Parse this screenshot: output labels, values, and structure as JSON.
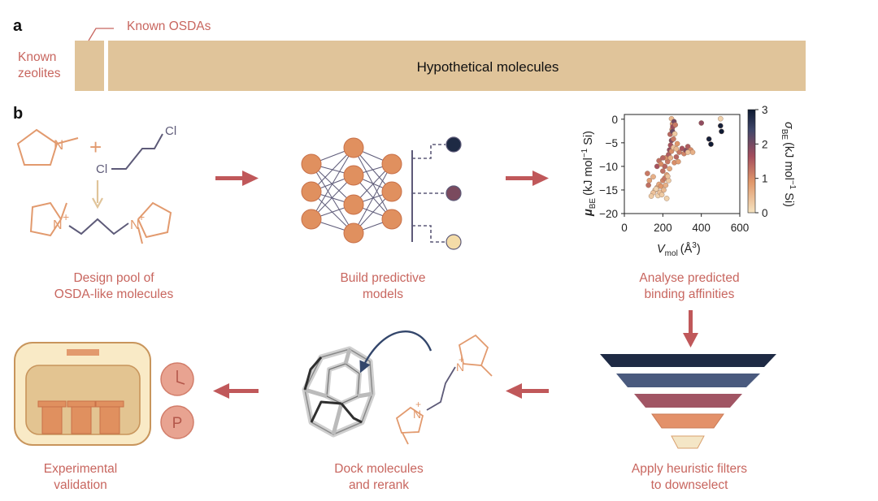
{
  "panel_a": {
    "letter": "a",
    "known_zeolites_line1": "Known",
    "known_zeolites_line2": "zeolites",
    "known_osdas": "Known OSDAs",
    "hypothetical": "Hypothetical molecules",
    "bar_color": "#e0c49a"
  },
  "panel_b": {
    "letter": "b",
    "steps": {
      "design": {
        "line1": "Design pool of",
        "line2": "OSDA-like molecules"
      },
      "build": {
        "line1": "Build predictive",
        "line2": "models"
      },
      "analyse": {
        "line1": "Analyse predicted",
        "line2": "binding affinities"
      },
      "filter": {
        "line1": "Apply heuristic filters",
        "line2": "to downselect"
      },
      "dock": {
        "line1": "Dock molecules",
        "line2": "and rerank"
      },
      "validate": {
        "line1": "Experimental",
        "line2": "validation"
      }
    },
    "molecule_labels": {
      "cl_top": "Cl",
      "cl_bottom": "Cl",
      "n": "N",
      "plus": "+"
    },
    "lab_icons": {
      "clock_symbol": "clock",
      "p_label": "P"
    },
    "colors": {
      "arrow": "#c0585a",
      "label": "#c8665f",
      "molecule": "#e29a6e",
      "chain": "#5d5a78",
      "node": "#e0905f",
      "funnel": [
        "#1e2a44",
        "#4a5a7e",
        "#a15564",
        "#e3916a",
        "#f4e6c6"
      ]
    }
  },
  "chart_data": {
    "type": "scatter",
    "xlabel": "V",
    "xlabel_sub": "mol",
    "xlabel_unit": "(Å",
    "xlabel_sup": "3",
    "xlabel_close": ")",
    "ylabel": "μ",
    "ylabel_sub": "BE",
    "ylabel_unit": "(kJ mol",
    "ylabel_sup": "−1",
    "ylabel_close": " Si)",
    "colorbar_label": "σ",
    "colorbar_sub": "BE",
    "colorbar_unit": "(kJ mol",
    "colorbar_sup": "−1",
    "colorbar_close": " Si)",
    "xlim": [
      0,
      600
    ],
    "ylim": [
      -20,
      1
    ],
    "xticks": [
      "0",
      "200",
      "400",
      "600"
    ],
    "yticks": [
      "0",
      "−5",
      "−10",
      "−15",
      "−20"
    ],
    "cticks": [
      "0",
      "1",
      "2",
      "3"
    ],
    "clim": [
      0,
      3
    ],
    "points": [
      [
        120,
        -11.5,
        1.2
      ],
      [
        130,
        -13,
        0.8
      ],
      [
        125,
        -14,
        1.3
      ],
      [
        150,
        -12.2,
        0.6
      ],
      [
        160,
        -15,
        0.3
      ],
      [
        170,
        -14.5,
        0.5
      ],
      [
        175,
        -16.2,
        0.2
      ],
      [
        180,
        -13.8,
        0.7
      ],
      [
        185,
        -15.5,
        0.4
      ],
      [
        190,
        -14.2,
        0.9
      ],
      [
        195,
        -16,
        0.3
      ],
      [
        200,
        -13,
        1.1
      ],
      [
        205,
        -15,
        0.5
      ],
      [
        210,
        -12.5,
        1.2
      ],
      [
        215,
        -14,
        0.6
      ],
      [
        200,
        -11,
        1.3
      ],
      [
        210,
        -10,
        1.4
      ],
      [
        220,
        -11.8,
        0.8
      ],
      [
        225,
        -9,
        1.2
      ],
      [
        215,
        -8.2,
        1.0
      ],
      [
        230,
        -7.5,
        1.5
      ],
      [
        235,
        -6.5,
        1.8
      ],
      [
        240,
        -5.5,
        1.6
      ],
      [
        245,
        -4.5,
        1.9
      ],
      [
        238,
        -3.2,
        1.4
      ],
      [
        248,
        -2.2,
        1.1
      ],
      [
        250,
        -1,
        0.8
      ],
      [
        245,
        0.1,
        0.5
      ],
      [
        252,
        -1.6,
        1.7
      ],
      [
        258,
        -0.5,
        2.0
      ],
      [
        250,
        -2.6,
        2.1
      ],
      [
        255,
        -4.2,
        1.2
      ],
      [
        240,
        -8.2,
        0.6
      ],
      [
        245,
        -6.8,
        1.0
      ],
      [
        255,
        -6.0,
        0.4
      ],
      [
        262,
        -3.1,
        0.3
      ],
      [
        265,
        -1.2,
        1.2
      ],
      [
        230,
        -13,
        0.3
      ],
      [
        225,
        -12.1,
        0.4
      ],
      [
        235,
        -10.5,
        0.7
      ],
      [
        260,
        -9.2,
        1.0
      ],
      [
        270,
        -8.0,
        1.4
      ],
      [
        285,
        -7.0,
        1.2
      ],
      [
        300,
        -6.2,
        1.6
      ],
      [
        310,
        -7.3,
        1.1
      ],
      [
        320,
        -6.6,
        1.9
      ],
      [
        330,
        -5.8,
        1.5
      ],
      [
        345,
        -6.5,
        1.0
      ],
      [
        355,
        -7.0,
        0.6
      ],
      [
        270,
        -6.3,
        0.5
      ],
      [
        275,
        -5.2,
        0.9
      ],
      [
        170,
        -10.0,
        1.6
      ],
      [
        180,
        -8.8,
        1.3
      ],
      [
        190,
        -9.5,
        1.0
      ],
      [
        200,
        -8.2,
        1.4
      ],
      [
        165,
        -14.8,
        0.2
      ],
      [
        150,
        -15.6,
        0.4
      ],
      [
        140,
        -16.3,
        0.3
      ],
      [
        280,
        -9.0,
        0.8
      ],
      [
        220,
        -16.8,
        0.2
      ],
      [
        400,
        -0.8,
        1.8
      ],
      [
        440,
        -4.2,
        2.9
      ],
      [
        450,
        -5.3,
        3.0
      ],
      [
        500,
        -1.4,
        2.9
      ],
      [
        505,
        -2.6,
        3.0
      ],
      [
        500,
        0.1,
        0.2
      ],
      [
        330,
        -7.0,
        0.4
      ]
    ]
  }
}
